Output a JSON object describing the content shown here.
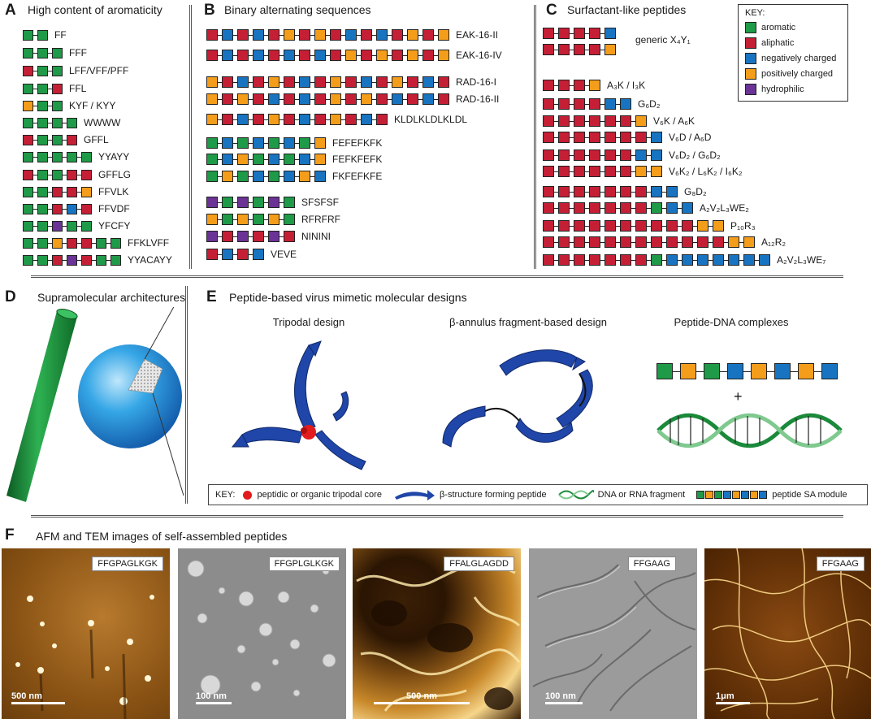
{
  "colors": {
    "aromatic": "#1f9a48",
    "aliphatic": "#c51f36",
    "negative": "#1874c1",
    "positive": "#f49d1b",
    "hydrophilic": "#6a3395",
    "helix": "#1f46a8",
    "core": "#e21c1c"
  },
  "panel_a": {
    "letter": "A",
    "title": "High content of aromaticity",
    "rows": [
      {
        "seq": "aa",
        "label": "FF"
      },
      {
        "seq": "aaa",
        "label": "FFF"
      },
      {
        "seq": "laa",
        "label": "LFF/VFF/PFF"
      },
      {
        "seq": "aal",
        "label": "FFL"
      },
      {
        "seq": "paa",
        "label": "KYF / KYY"
      },
      {
        "seq": "aaaa",
        "label": "WWWW"
      },
      {
        "seq": "laal",
        "label": "GFFL"
      },
      {
        "seq": "aaaaa",
        "label": "YYAYY"
      },
      {
        "seq": "laall",
        "label": "GFFLG"
      },
      {
        "seq": "aallp",
        "label": "FFVLK"
      },
      {
        "seq": "aalnl",
        "label": "FFVDF"
      },
      {
        "seq": "aahaa",
        "label": "YFCFY"
      },
      {
        "seq": "aapllaa",
        "label": "FFKLVFF"
      },
      {
        "seq": "aalhlaa",
        "label": "YYACAYY"
      }
    ]
  },
  "panel_b": {
    "letter": "B",
    "title": "Binary alternating sequences",
    "rows": [
      {
        "seq": "lnlnlplplnlnlplp",
        "label": "EAK-16-II"
      },
      {
        "seq": "lnlnlnlnlplplplp",
        "label": "EAK-16-IV"
      },
      {
        "seq": "plnlplnlplnlplnl",
        "label": "RAD-16-I"
      },
      {
        "seq": "plplnlnlplplnlnl",
        "label": "RAD-16-II"
      },
      {
        "seq": "plnlplnlplnl",
        "label": "KLDLKLDLKLDL"
      },
      {
        "seq": "anananap",
        "label": "FEFEFKFK"
      },
      {
        "seq": "anpananp",
        "label": "FEFKFEFK"
      },
      {
        "seq": "apananpn",
        "label": "FKFEFKFE"
      },
      {
        "seq": "hahaha",
        "label": "SFSFSF"
      },
      {
        "seq": "papapa",
        "label": "RFRFRF"
      },
      {
        "seq": "hlhlhl",
        "label": "NININI"
      },
      {
        "seq": "lnln",
        "label": "VEVE"
      }
    ]
  },
  "panel_c": {
    "letter": "C",
    "title": "Surfactant-like peptides",
    "key": {
      "title": "KEY:",
      "items": [
        {
          "color": "aromatic",
          "label": "aromatic"
        },
        {
          "color": "aliphatic",
          "label": "aliphatic"
        },
        {
          "color": "negative",
          "label": "negatively charged"
        },
        {
          "color": "positive",
          "label": "positively charged"
        },
        {
          "color": "hydrophilic",
          "label": "hydrophilic"
        }
      ]
    },
    "generic": {
      "top": "llllx",
      "bottom": "llllp",
      "label": "generic X₄Y₁"
    },
    "rows": [
      {
        "seq": "lllp",
        "label": "A₃K / I₃K"
      },
      {
        "seq": "llllnn",
        "label": "G₆D₂"
      },
      {
        "seq": "llllllp",
        "label": "V₆K / A₆K"
      },
      {
        "seq": "llllllln",
        "label": "V₆D / A₆D"
      },
      {
        "seq": "llllllnn",
        "label": "V₆D₂ / G₆D₂"
      },
      {
        "seq": "llllllpp",
        "label": "V₆K₂ / L₆K₂ / I₆K₂"
      },
      {
        "seq": "lllllllnn",
        "label": "G₈D₂"
      },
      {
        "seq": "lllllllann",
        "label": "A₂V₂L₃WE₂"
      },
      {
        "seq": "llllllllllpp",
        "label": "P₁₀R₃"
      },
      {
        "seq": "llllllllllllpp",
        "label": "A₁₂R₂"
      },
      {
        "seq": "lllllllannnnnnn",
        "label": "A₂V₂L₃WE₇"
      }
    ]
  },
  "panel_d": {
    "letter": "D",
    "title": "Supramolecular architectures"
  },
  "panel_e": {
    "letter": "E",
    "title": "Peptide-based virus mimetic molecular designs",
    "designs": [
      "Tripodal design",
      "β-annulus fragment-based design",
      "Peptide-DNA complexes"
    ],
    "dna_seq": "apanpnpn",
    "plus": "+",
    "key": {
      "title": "KEY:",
      "core": "peptidic or organic tripodal core",
      "beta": "β-structure forming peptide",
      "dna": "DNA or RNA fragment",
      "module": "peptide SA module"
    }
  },
  "panel_f": {
    "letter": "F",
    "title": "AFM and TEM images of self-assembled peptides",
    "images": [
      {
        "label": "FFGPAGLKGK",
        "scale": "500 nm",
        "type": "afm-dots"
      },
      {
        "label": "FFGPLGLKGK",
        "scale": "100 nm",
        "type": "tem-spheres"
      },
      {
        "label": "FFALGLAGDD",
        "scale": "500 nm",
        "type": "afm-network"
      },
      {
        "label": "FFGAAG",
        "scale": "100 nm",
        "type": "tem-fibers"
      },
      {
        "label": "FFGAAG",
        "scale": "1μm",
        "type": "afm-fibers"
      }
    ]
  }
}
